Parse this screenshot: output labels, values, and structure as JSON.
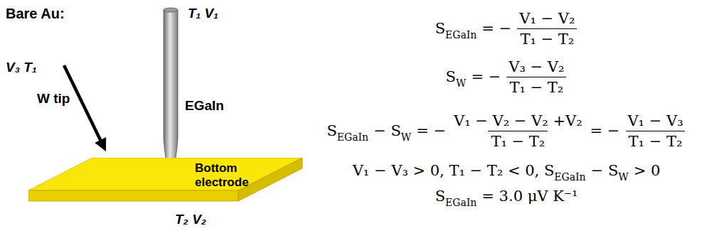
{
  "diagram": {
    "nodes": [
      {
        "text": [
          "Bottom electrode"
        ]
      }
    ],
    "labels": [
      "Bare Au:",
      "T₁ V₁",
      "V₃ T₁",
      "W tip",
      "EGaIn",
      "T₂ V₂",
      "S",
      "EGaIn",
      "= −",
      "V₁ − V₂",
      "T₁ − T₂",
      "S",
      "W",
      "= −",
      "V₃ − V₂",
      "T₁ − T₂",
      "S",
      "EGaIn",
      "− S",
      "W",
      "= −",
      "V₁ − V₂ − V₂ +V₂",
      "T₁ − T₂",
      "= −",
      "V₁ − V₃",
      "T₁ − T₂",
      "V₁ − V₃ > 0, T₁ − T₂ < 0, S",
      "EGaIn",
      "− S",
      "W",
      "> 0",
      "S",
      "EGaIn",
      "= 3.0 μV K⁻¹"
    ]
  }
}
